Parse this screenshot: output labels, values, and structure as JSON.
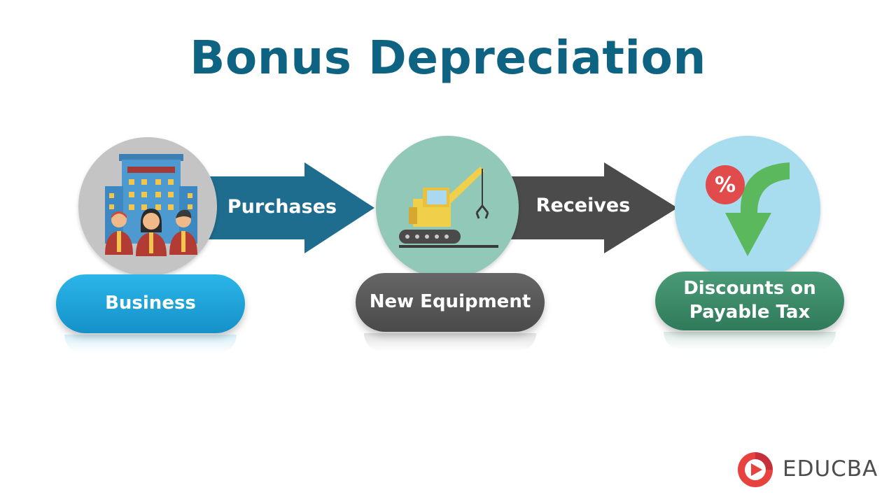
{
  "title": "Bonus Depreciation",
  "flow": {
    "arrows": [
      {
        "label": "Purchases",
        "color": "#1e6d8e"
      },
      {
        "label": "Receives",
        "color": "#4b4b4b"
      }
    ],
    "nodes": [
      {
        "label": "Business",
        "icon": "office-building-people-icon",
        "circle_color": "#c4c4c4",
        "pill_color": "#1ea8de"
      },
      {
        "label": "New Equipment",
        "icon": "crane-excavator-icon",
        "circle_color": "#92c8b8",
        "pill_color": "#585858"
      },
      {
        "label": "Discounts on Payable Tax",
        "icon": "percent-down-arrow-icon",
        "circle_color": "#a8dcef",
        "pill_color": "#3d8a6a"
      }
    ]
  },
  "logo": {
    "text": "EDUCBA",
    "icon": "educba-play-logo-icon",
    "accent": "#e8423f"
  }
}
